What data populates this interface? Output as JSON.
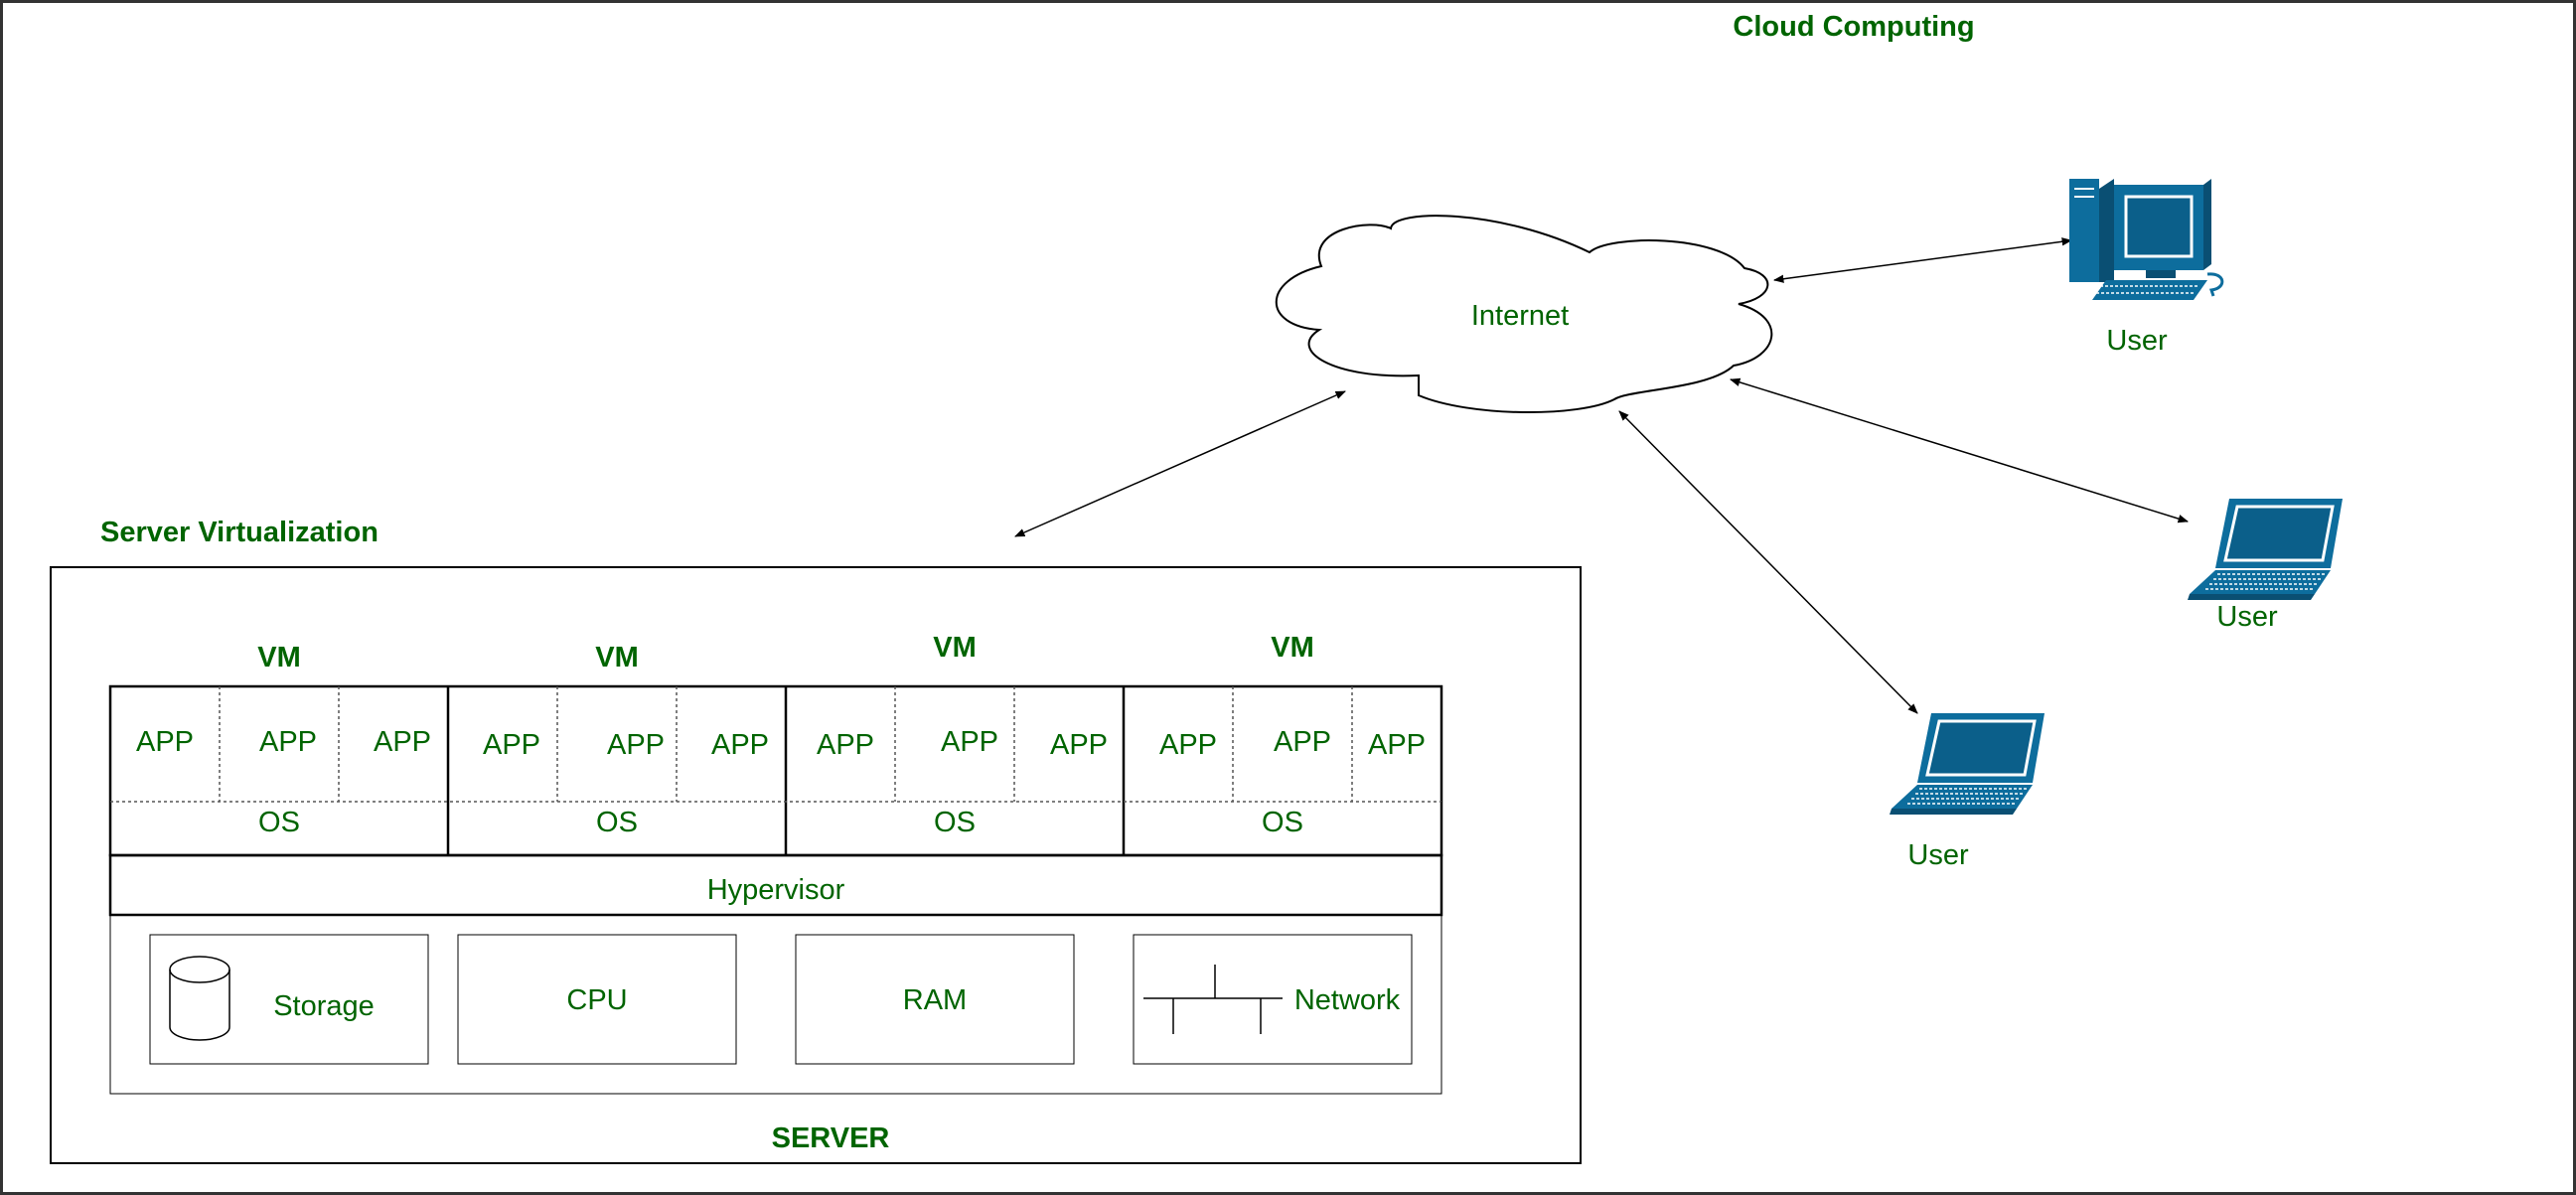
{
  "title": "Cloud Computing",
  "internet": {
    "label": "Internet"
  },
  "users": [
    {
      "label": "User",
      "device": "desktop-computer-icon"
    },
    {
      "label": "User",
      "device": "laptop-icon"
    },
    {
      "label": "User",
      "device": "laptop-icon"
    }
  ],
  "server_virtualization": {
    "title": "Server Virtualization",
    "vms": [
      {
        "label": "VM",
        "apps": [
          "APP",
          "APP",
          "APP"
        ],
        "os": "OS"
      },
      {
        "label": "VM",
        "apps": [
          "APP",
          "APP",
          "APP"
        ],
        "os": "OS"
      },
      {
        "label": "VM",
        "apps": [
          "APP",
          "APP",
          "APP"
        ],
        "os": "OS"
      },
      {
        "label": "VM",
        "apps": [
          "APP",
          "APP",
          "APP"
        ],
        "os": "OS"
      }
    ],
    "hypervisor": "Hypervisor",
    "resources": [
      {
        "label": "Storage",
        "icon": "cylinder-storage-icon"
      },
      {
        "label": "CPU"
      },
      {
        "label": "RAM"
      },
      {
        "label": "Network",
        "icon": "network-bus-icon"
      }
    ],
    "server_label": "SERVER"
  },
  "colors": {
    "text": "#006400",
    "device": "#0d6d9d",
    "device_dark": "#0a4f73",
    "line": "#000000"
  }
}
